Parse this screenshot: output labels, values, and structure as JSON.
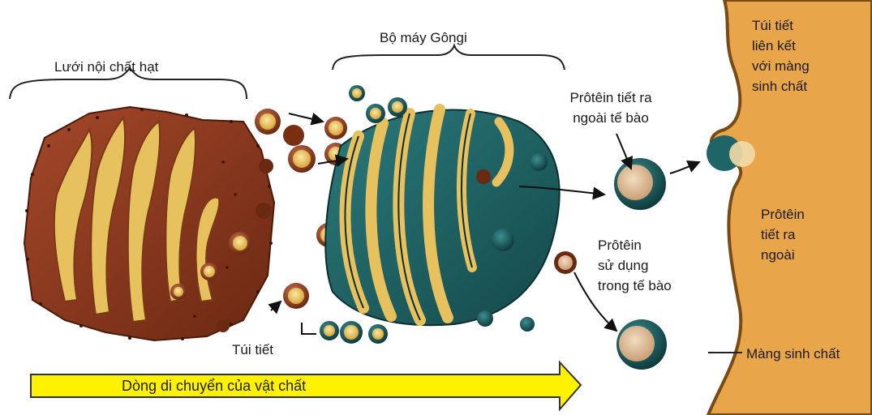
{
  "labels": {
    "rough_er": "Lưới nội chất hạt",
    "golgi": "Bộ máy Gôngi",
    "protein_secreted_out": [
      "Prôtêin tiết ra",
      "ngoài tế bào"
    ],
    "vesicle_fusing": [
      "Túi tiết",
      "liên kết",
      "với màng",
      "sinh chất"
    ],
    "protein_secreted": [
      "Prôtêin",
      "tiết ra",
      "ngoài"
    ],
    "protein_used": [
      "Prôtêin",
      "sử dụng",
      "trong tế bào"
    ],
    "secretory_vesicle": "Túi tiết",
    "membrane": "Màng sinh chất",
    "flow": "Dòng di chuyển của vật chất"
  },
  "colors": {
    "er": "#8a3a1c",
    "er_dark": "#5e2410",
    "golgi": "#1f6466",
    "golgi_dark": "#124446",
    "cisterna": "#e6c15e",
    "cell_exterior": "#e9a54a",
    "flow_arrow": "#fff200"
  }
}
